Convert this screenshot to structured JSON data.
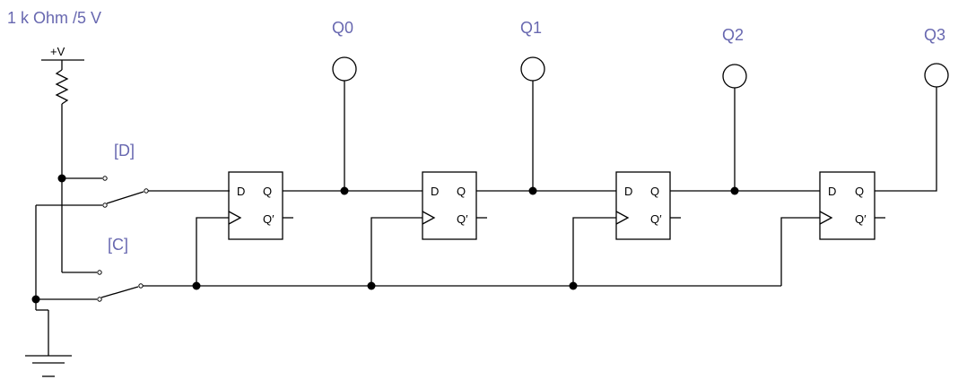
{
  "diagram": {
    "source_label": "1 k Ohm /5 V",
    "supply_label": "+V",
    "switch_labels": {
      "data": "[D]",
      "clock": "[C]"
    },
    "flipflops": [
      {
        "d": "D",
        "q": "Q",
        "qbar": "Q′"
      },
      {
        "d": "D",
        "q": "Q",
        "qbar": "Q′"
      },
      {
        "d": "D",
        "q": "Q",
        "qbar": "Q′"
      },
      {
        "d": "D",
        "q": "Q",
        "qbar": "Q′"
      }
    ],
    "outputs": [
      "Q0",
      "Q1",
      "Q2",
      "Q3"
    ],
    "colors": {
      "label": "#6868b0",
      "wire": "#000000"
    }
  }
}
